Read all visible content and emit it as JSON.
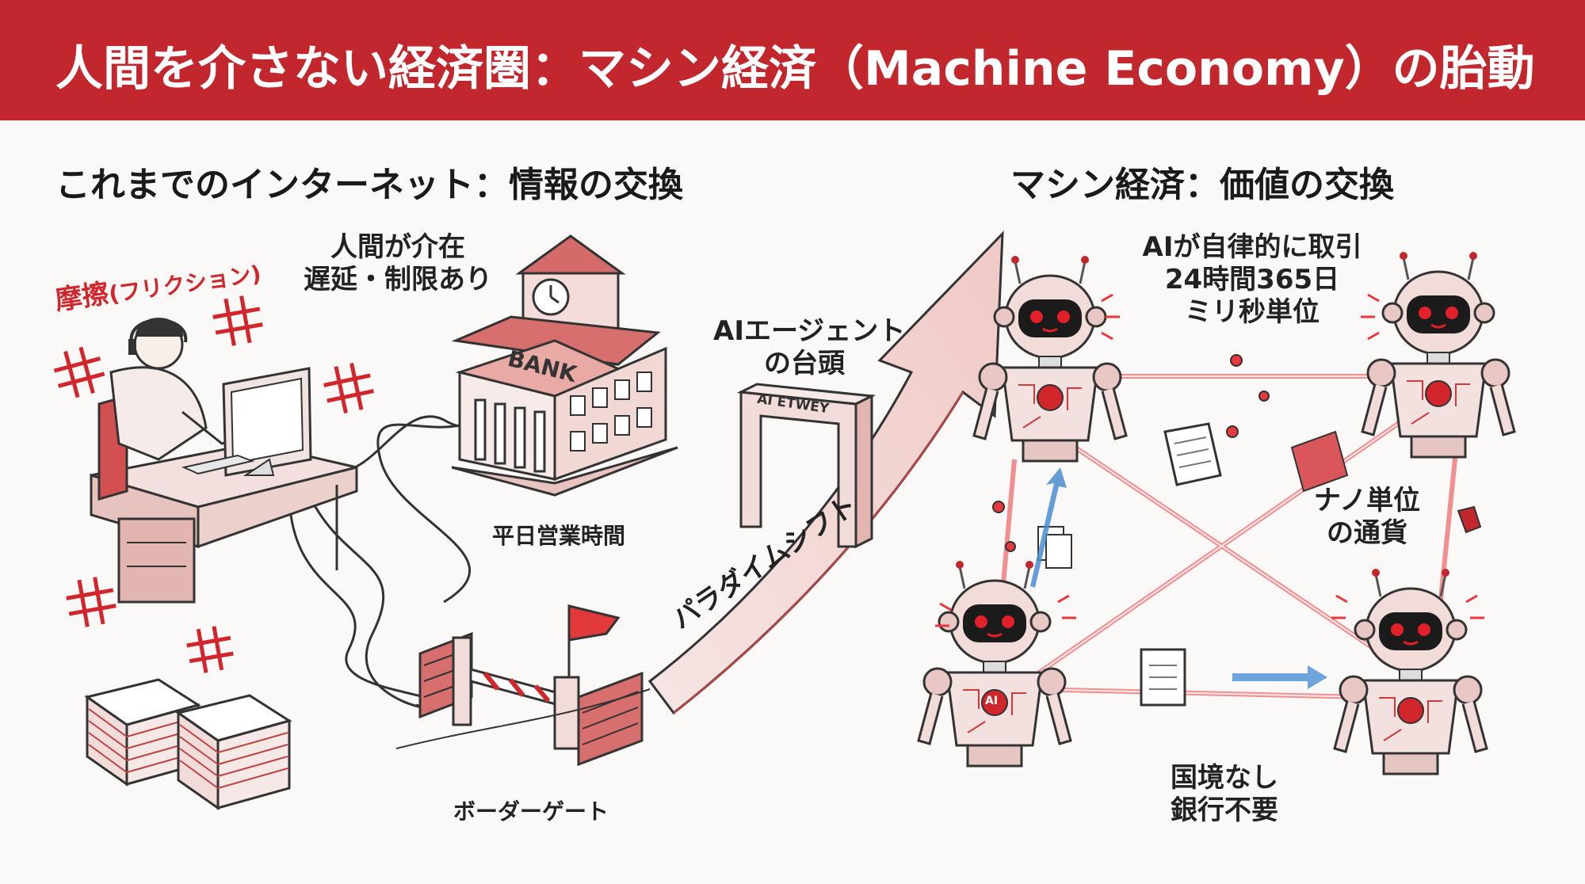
{
  "title": "人間を介さない経済圏：マシン経済（Machine Economy）の胎動",
  "left": {
    "heading": "これまでのインターネット：情報の交換",
    "friction": "摩擦",
    "friction_note": "(フリクション)",
    "human_note_1": "人間が介在",
    "human_note_2": "遅延・制限あり",
    "bank_sign": "BANK",
    "bank_hours": "平日営業時間",
    "border_gate": "ボーダーゲート"
  },
  "center": {
    "agents_1": "AIエージェント",
    "agents_2": "の台頭",
    "gate_sign": "AI ETWEY",
    "shift": "パラダイムシフト"
  },
  "right": {
    "heading": "マシン経済：価値の交換",
    "auto_1": "AIが自律的に取引",
    "auto_2": "24時間365日",
    "auto_3": "ミリ秒単位",
    "nano_1": "ナノ単位",
    "nano_2": "の通貨",
    "border_1": "国境なし",
    "border_2": "銀行不要",
    "chest_ai": "AI"
  },
  "colors": {
    "accent": "#c1272d",
    "beam": "#e8383d",
    "robot_eye": "#e2202a",
    "background": "#fbf9f7"
  }
}
